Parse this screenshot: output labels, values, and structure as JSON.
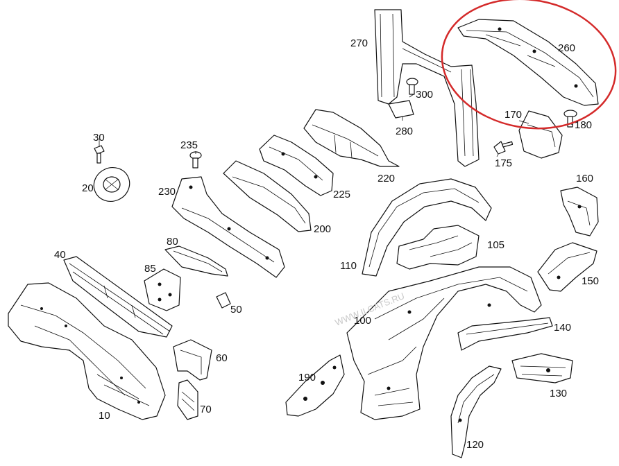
{
  "highlight_color": "#d42a2a",
  "watermark": "WWW.ILCATS.RU",
  "callouts": [
    {
      "id": "p10",
      "label": "10"
    },
    {
      "id": "p20",
      "label": "20"
    },
    {
      "id": "p30",
      "label": "30"
    },
    {
      "id": "p40",
      "label": "40"
    },
    {
      "id": "p50",
      "label": "50"
    },
    {
      "id": "p60",
      "label": "60"
    },
    {
      "id": "p70",
      "label": "70"
    },
    {
      "id": "p80",
      "label": "80"
    },
    {
      "id": "p85",
      "label": "85"
    },
    {
      "id": "p100",
      "label": "100"
    },
    {
      "id": "p105",
      "label": "105"
    },
    {
      "id": "p110",
      "label": "110"
    },
    {
      "id": "p120",
      "label": "120"
    },
    {
      "id": "p130",
      "label": "130"
    },
    {
      "id": "p140",
      "label": "140"
    },
    {
      "id": "p150",
      "label": "150"
    },
    {
      "id": "p160",
      "label": "160"
    },
    {
      "id": "p170",
      "label": "170"
    },
    {
      "id": "p175",
      "label": "175"
    },
    {
      "id": "p180",
      "label": "180"
    },
    {
      "id": "p190",
      "label": "190"
    },
    {
      "id": "p200",
      "label": "200"
    },
    {
      "id": "p220",
      "label": "220"
    },
    {
      "id": "p225",
      "label": "225"
    },
    {
      "id": "p230",
      "label": "230"
    },
    {
      "id": "p235",
      "label": "235"
    },
    {
      "id": "p260",
      "label": "260"
    },
    {
      "id": "p270",
      "label": "270"
    },
    {
      "id": "p280",
      "label": "280"
    },
    {
      "id": "p300",
      "label": "300"
    }
  ]
}
